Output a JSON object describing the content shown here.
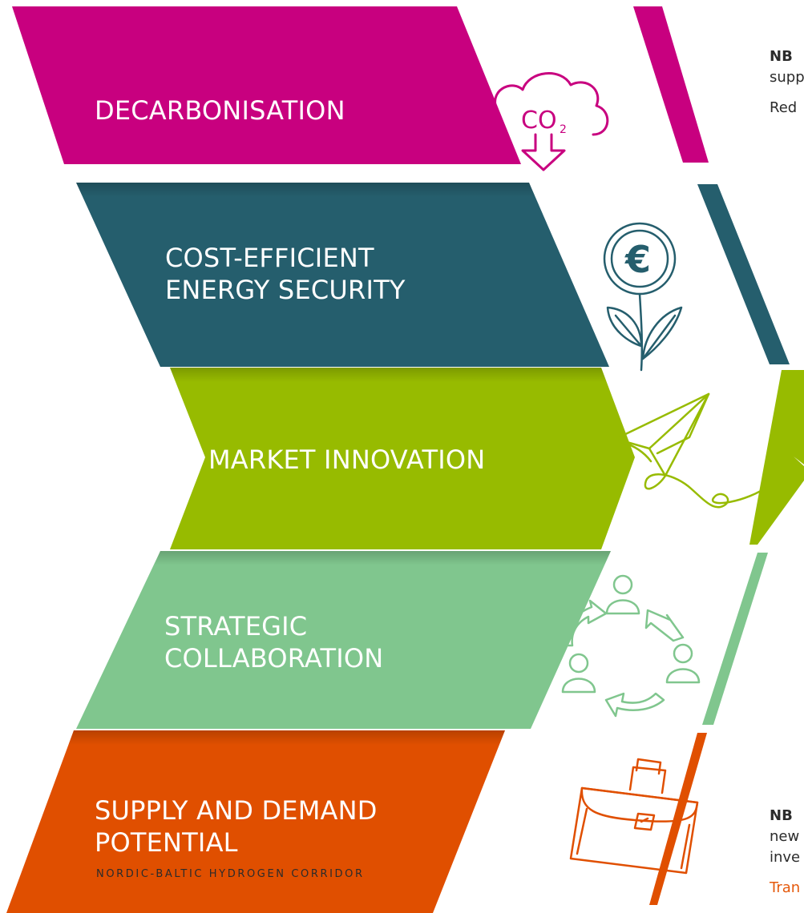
{
  "bands": [
    {
      "lines": [
        "DECARBONISATION"
      ],
      "color": "#c8007f",
      "icon": "co2-cloud-icon"
    },
    {
      "lines": [
        "COST-EFFICIENT",
        "ENERGY SECURITY"
      ],
      "color": "#255e6d",
      "icon": "euro-flower-icon"
    },
    {
      "lines": [
        "MARKET INNOVATION"
      ],
      "color": "#97bb00",
      "icon": "paper-plane-icon"
    },
    {
      "lines": [
        "STRATEGIC",
        "COLLABORATION"
      ],
      "color": "#80c68e",
      "icon": "people-cycle-icon"
    },
    {
      "lines": [
        "SUPPLY AND DEMAND",
        "POTENTIAL"
      ],
      "color": "#e04f00",
      "icon": "briefcase-icon"
    }
  ],
  "icon_text": {
    "co2": "CO",
    "co2_sub": "2",
    "euro": "€"
  },
  "footer": "NORDIC-BALTIC HYDROGEN CORRIDOR",
  "side": {
    "top_bold": "NB",
    "top_line2": "supp",
    "top_line3": "Red",
    "bottom_bold": "NB",
    "bottom_line2": "new",
    "bottom_line3": "inve",
    "bottom_line4": "Tran"
  },
  "colors": {
    "orange_text": "#e55a0d",
    "dark_text": "#2b2b2b"
  }
}
